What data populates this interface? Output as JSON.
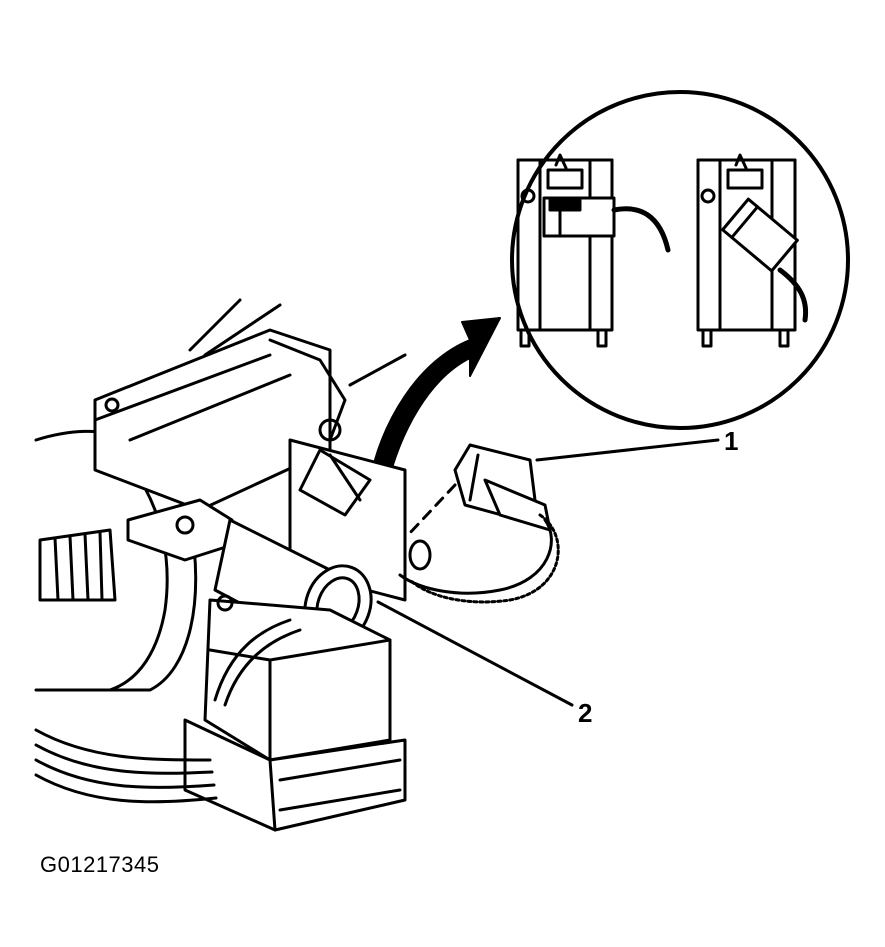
{
  "callouts": [
    {
      "number": "1"
    },
    {
      "number": "2"
    }
  ],
  "figure_code": "G01217345",
  "colors": {
    "ink": "#000000",
    "paper": "#ffffff"
  }
}
